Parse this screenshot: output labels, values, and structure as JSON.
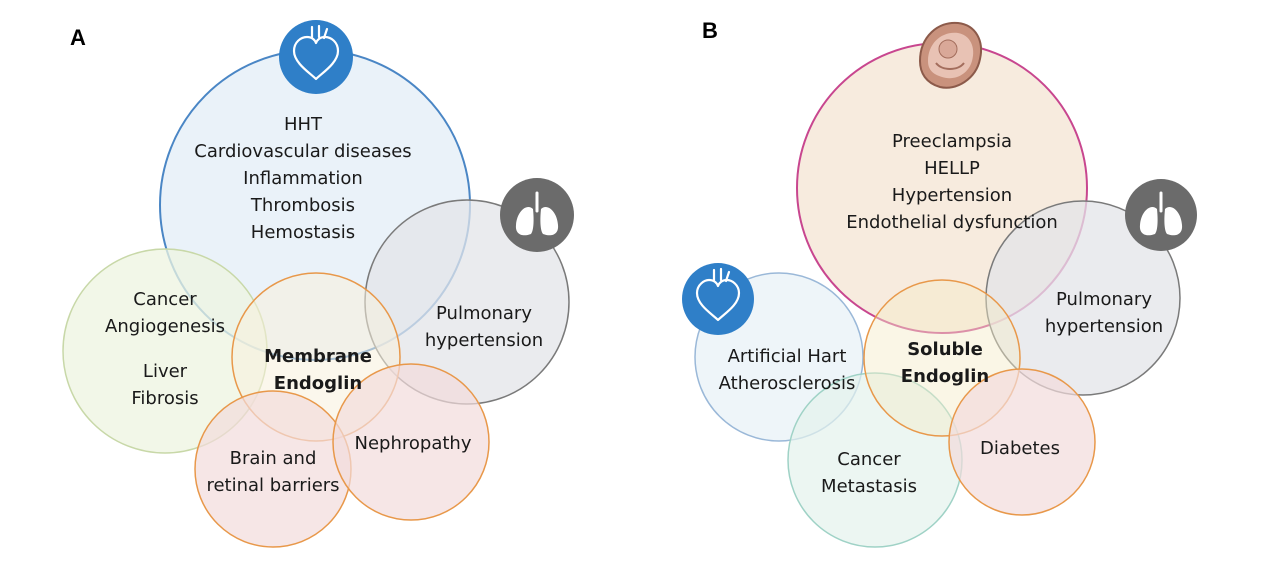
{
  "panels": [
    {
      "letter": "A",
      "center_label": [
        "Membrane",
        "Endoglin"
      ],
      "circles": {
        "main": [
          "HHT",
          "Cardiovascular diseases",
          "Inflammation",
          "Thrombosis",
          "Hemostasis"
        ],
        "pulmonary": [
          "Pulmonary",
          "hypertension"
        ],
        "cancer": [
          "Cancer",
          "Angiogenesis",
          "",
          "Liver",
          "Fibrosis"
        ],
        "brain": [
          "Brain and",
          "retinal barriers"
        ],
        "nephropathy": [
          "Nephropathy"
        ]
      },
      "icons": [
        "heart-icon",
        "lungs-icon"
      ]
    },
    {
      "letter": "B",
      "center_label": [
        "Soluble",
        "Endoglin"
      ],
      "circles": {
        "main": [
          "Preeclampsia",
          "HELLP",
          "Hypertension",
          "Endothelial dysfunction"
        ],
        "pulmonary": [
          "Pulmonary",
          "hypertension"
        ],
        "artificial": [
          "Artificial Hart",
          "Atherosclerosis"
        ],
        "cancer": [
          "Cancer",
          "Metastasis"
        ],
        "diabetes": [
          "Diabetes"
        ]
      },
      "icons": [
        "fetus-icon",
        "heart-icon",
        "lungs-icon"
      ]
    }
  ],
  "colors": {
    "blue_stroke": "#4a86c5",
    "blue_fill": "#e3eef7",
    "gray_stroke": "#7a7a7a",
    "gray_fill": "#e6e7ea",
    "green_stroke": "#c8d8a8",
    "green_fill": "#eff4e2",
    "orange_stroke": "#e8984a",
    "pink_fill": "#f2dcdc",
    "peach_fill": "#f6e7d8",
    "magenta_stroke": "#c8468f",
    "teal_stroke": "#9fd2c6",
    "teal_fill": "#e4f2ec",
    "lightblue_stroke": "#9ab8d8",
    "lightblue_fill": "#e7f1f7",
    "icon_blue": "#2f7fc8",
    "icon_gray": "#6b6b6b"
  }
}
